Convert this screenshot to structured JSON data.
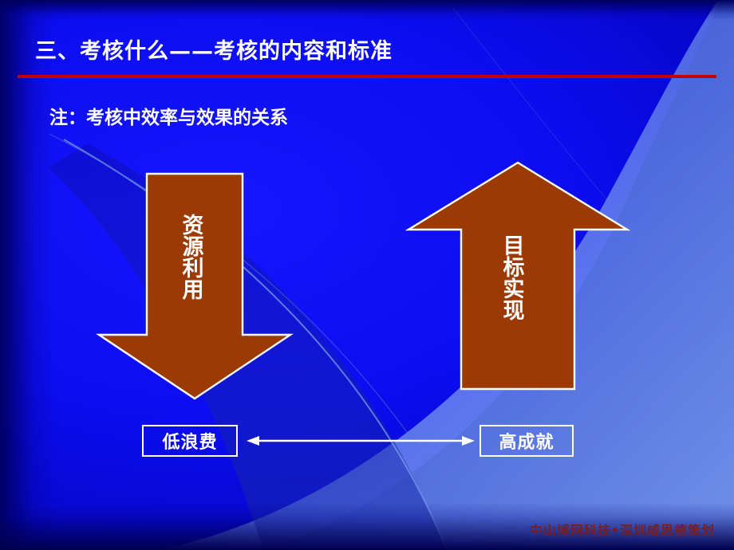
{
  "slide": {
    "title": "三、考核什么——考核的内容和标准",
    "note": "注：考核中效率与效果的关系",
    "down_arrow_label": "资源利用",
    "up_arrow_label": "目标实现",
    "left_box_label": "低浪费",
    "right_box_label": "高成就",
    "footer": "中山博网科技•深圳威思德策划",
    "colors": {
      "background_blue": "#0d0df2",
      "title_rule_red": "#c30000",
      "arrow_fill": "#9c3a06",
      "text_white": "#ffffff",
      "footer_red": "#7a1d1d"
    }
  }
}
